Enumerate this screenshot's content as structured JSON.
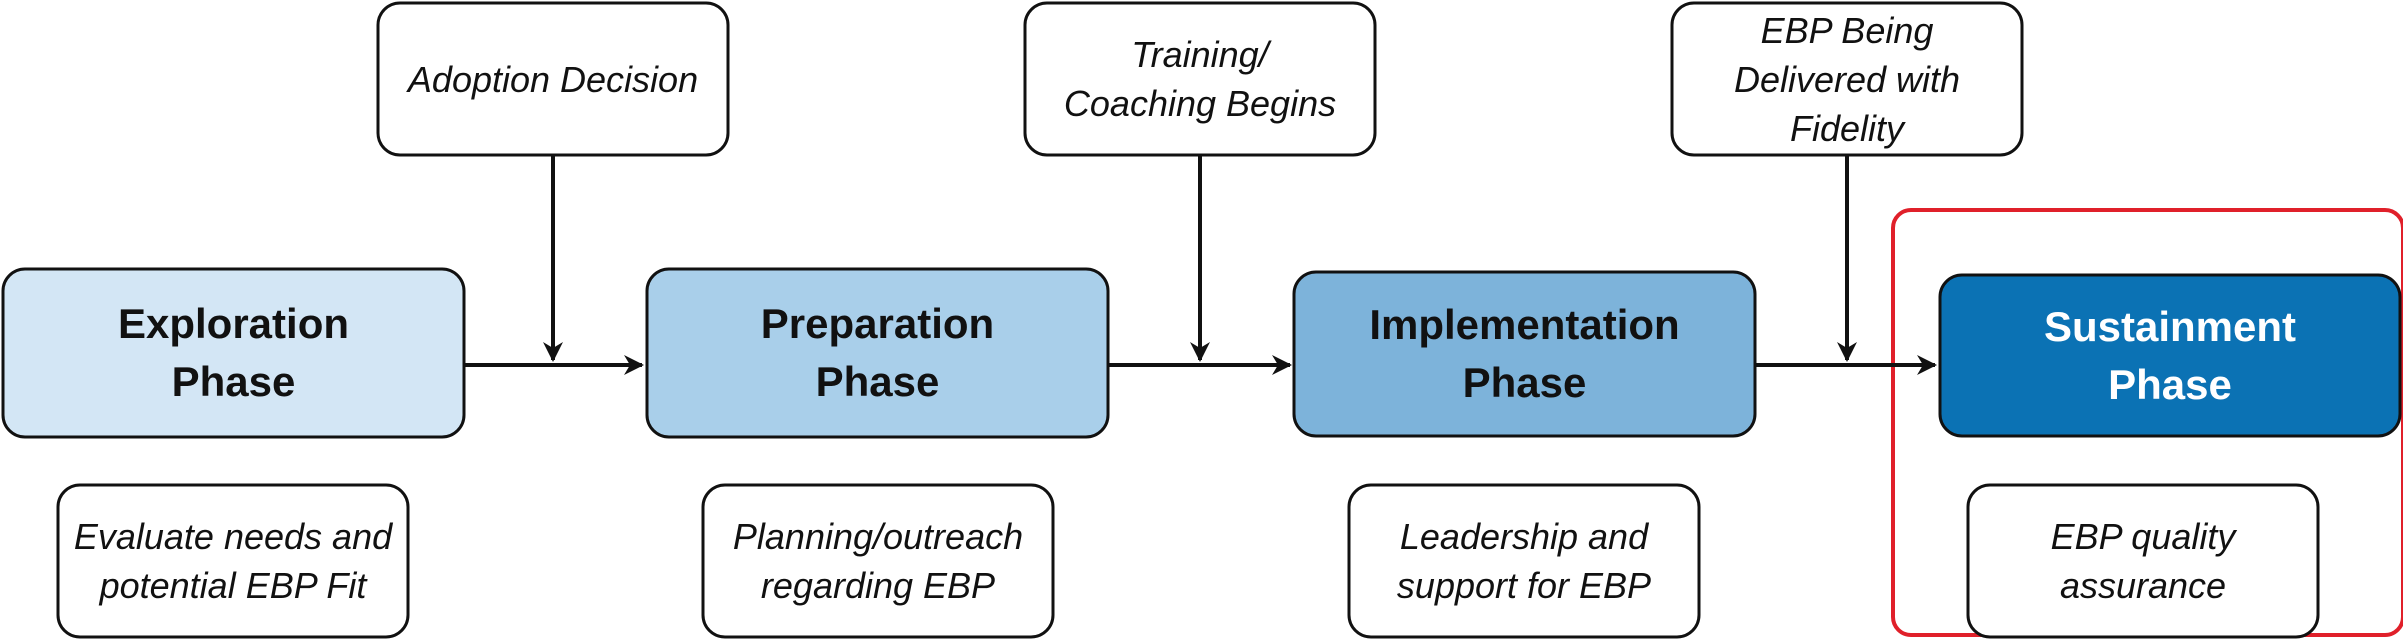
{
  "phases": [
    {
      "line1": "Exploration",
      "line2": "Phase",
      "fill": "#d3e6f5"
    },
    {
      "line1": "Preparation",
      "line2": "Phase",
      "fill": "#a9cfea"
    },
    {
      "line1": "Implementation",
      "line2": "Phase",
      "fill": "#7db3da"
    },
    {
      "line1": "Sustainment",
      "line2": "Phase",
      "fill": "#0b72b4"
    }
  ],
  "milestones": [
    {
      "line1": "Adoption Decision"
    },
    {
      "line1": "Training/",
      "line2": "Coaching Begins"
    },
    {
      "line1": "EBP Being",
      "line2": "Delivered with",
      "line3": "Fidelity"
    }
  ],
  "activities": [
    {
      "line1": "Evaluate needs and",
      "line2": "potential EBP Fit"
    },
    {
      "line1": "Planning/outreach",
      "line2": "regarding EBP"
    },
    {
      "line1": "Leadership and",
      "line2": "support for EBP"
    },
    {
      "line1": "EBP quality",
      "line2": "assurance"
    }
  ],
  "colors": {
    "stroke": "#111111",
    "highlight": "#e0202a",
    "dark_phase_text": "#ffffff"
  }
}
